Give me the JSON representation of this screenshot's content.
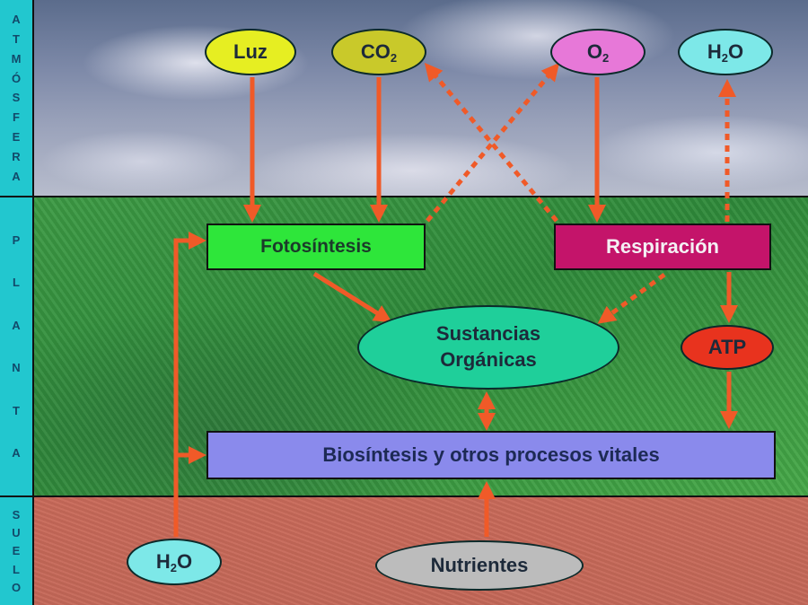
{
  "bands": {
    "atmosphere": "ATMÓSFERA",
    "plant": "PLANTA",
    "soil": "SUELO"
  },
  "nodes": {
    "luz": "Luz",
    "co2": {
      "base": "CO",
      "sub": "2"
    },
    "o2": {
      "base": "O",
      "sub": "2"
    },
    "h2o_top": {
      "base": "H",
      "sub": "2",
      "tail": "O"
    },
    "fotosintesis": "Fotosíntesis",
    "respiracion": "Respiración",
    "sustancias": [
      "Sustancias",
      "Orgánicas"
    ],
    "atp": "ATP",
    "biosintesis": "Biosíntesis y otros procesos vitales",
    "h2o_bottom": {
      "base": "H",
      "sub": "2",
      "tail": "O"
    },
    "nutrientes": "Nutrientes"
  },
  "colors": {
    "arrow": "#f05a28"
  }
}
